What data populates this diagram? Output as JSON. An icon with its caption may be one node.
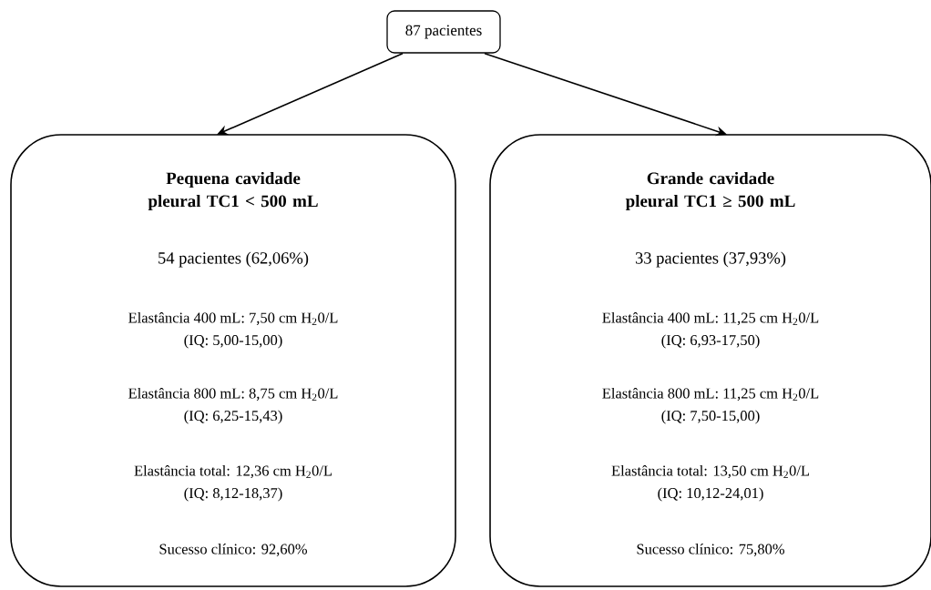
{
  "diagram": {
    "nodes": [
      {
        "text": [
          "87 pacientes"
        ]
      },
      {
        "text": [
          "Pequena cavidade pleural TC1 < 500 mL",
          "54 pacientes (62,06%)",
          "Elastância 400 mL: 7,50 cm H$_{2}$0/L",
          "(IQ: 5,00-15,00)",
          "Elastância 800 mL: 8,75 cm H$_{2}$0/L",
          "(IQ: 6,25-15,43)",
          "Elastância total: 12,36 cm H$_{2}$0/L",
          "(IQ: 8,12-18,37)",
          "Sucesso clínico: 92,60%"
        ]
      },
      {
        "text": [
          "Grande cavidade pleural TC1 ≥ 500 mL",
          "33 pacientes (37,93%)",
          "Elastância 400 mL: 11,25 cm H$_{2}$0/L",
          "(IQ: 6,93-17,50)",
          "Elastância 800 mL: 11,25 cm H$_{2}$0/L",
          "(IQ: 7,50-15,00)",
          "Elastância total: 13,50 cm H$_{2}$0/L",
          "(IQ: 10,12-24,01)",
          "Sucesso clínico: 75,80%"
        ]
      }
    ],
    "edges": [
      {
        "from": 0,
        "to": 1,
        "arrow": "to"
      },
      {
        "from": 0,
        "to": 2,
        "arrow": "to"
      }
    ]
  }
}
